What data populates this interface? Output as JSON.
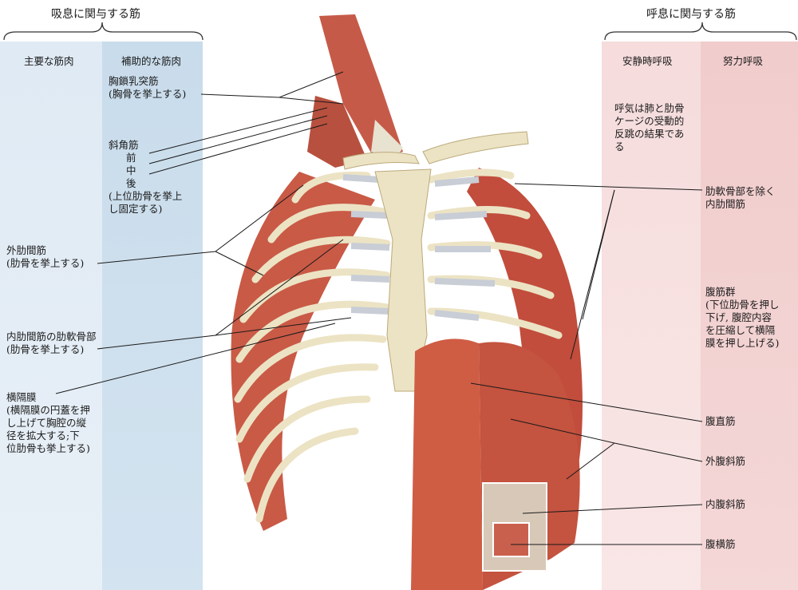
{
  "headers": {
    "inspiration": "吸息に関与する筋",
    "expiration": "呼息に関与する筋"
  },
  "columns": {
    "main": "主要な筋肉",
    "accessory": "補助的な筋肉",
    "quiet": "安静時呼吸",
    "forced": "努力呼吸"
  },
  "labels": {
    "scm": [
      "胸鎖乳突筋",
      "(胸骨を挙上する)"
    ],
    "scalene": [
      "斜角筋",
      "前",
      "中",
      "後",
      "(上位肋骨を挙上",
      "し固定する)"
    ],
    "external": [
      "外肋間筋",
      "(肋骨を挙上する)"
    ],
    "intercartilaginous": [
      "内肋間筋の肋軟骨部",
      "(肋骨を挙上する)"
    ],
    "diaphragm": [
      "横隔膜",
      "(横隔膜の円蓋を押",
      "し上げて胸腔の縦",
      "径を拡大する;下",
      "位肋骨も挙上する)"
    ],
    "quiet_note": [
      "呼気は肺と肋骨",
      "ケージの受動的",
      "反跳の結果であ",
      "る"
    ],
    "internal": [
      "肋軟骨部を除く",
      "内肋間筋"
    ],
    "abdominal_group": [
      "腹筋群",
      "(下位肋骨を押し",
      "下げ, 腹腔内容",
      "を圧縮して横隔",
      "膜を押し上げる)"
    ],
    "rectus": "腹直筋",
    "ext_oblique": "外腹斜筋",
    "int_oblique": "内腹斜筋",
    "transversus": "腹横筋"
  },
  "colors": {
    "inspiration_panel": "#cfe0ee",
    "expiration_panel": "#f4d6d6",
    "muscle": "#c9503f",
    "bone": "#ece3c4",
    "cartilage": "#c8cdd6"
  }
}
